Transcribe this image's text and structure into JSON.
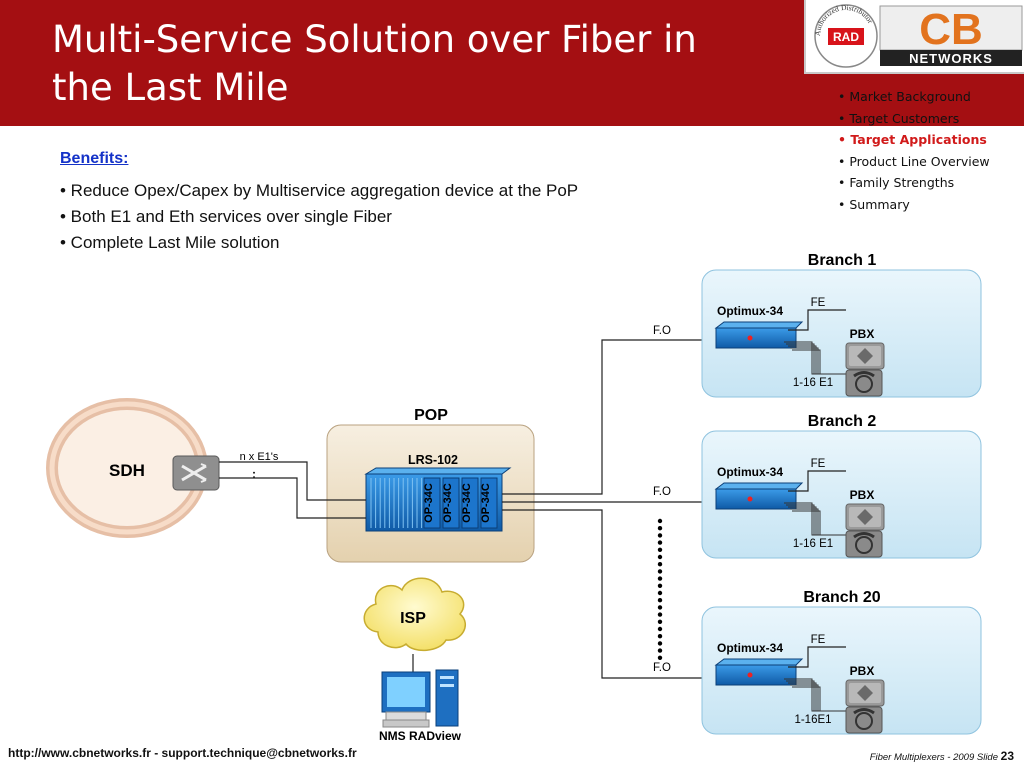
{
  "slide": {
    "title": "Multi-Service Solution over Fiber in\nthe Last Mile",
    "page_number": "23",
    "footer_prefix": "Fiber Multiplexers - 2009  Slide",
    "footer_link": "http://www.cbnetworks.fr - support.technique@cbnetworks.fr"
  },
  "logo": {
    "seal_text": "Authorized Distributor",
    "rad": "RAD",
    "cb": "CB",
    "networks": "NETWORKS"
  },
  "nav": [
    {
      "label": "• Market Background",
      "active": false
    },
    {
      "label": "• Target Customers",
      "active": false
    },
    {
      "label": "• Target Applications",
      "active": true
    },
    {
      "label": "• Product Line Overview",
      "active": false
    },
    {
      "label": "• Family Strengths",
      "active": false
    },
    {
      "label": "• Summary",
      "active": false
    }
  ],
  "benefits": {
    "title": "Benefits:",
    "items": [
      "• Reduce Opex/Capex by Multiservice  aggregation device at the PoP",
      "• Both E1 and Eth services over single Fiber",
      "• Complete Last Mile solution"
    ]
  },
  "diagram": {
    "sdh": "SDH",
    "e1_label": "n x E1's",
    "pop_title": "POP",
    "lrs": "LRS-102",
    "cards": [
      "OP-34C",
      "OP-34C",
      "OP-34C",
      "OP-34C"
    ],
    "isp": "ISP",
    "nms": "NMS RADview",
    "branches": [
      {
        "title": "Branch 1",
        "device": "Optimux-34",
        "fe": "FE",
        "pbx": "PBX",
        "e1": "1-16 E1",
        "fiber": "F.O"
      },
      {
        "title": "Branch 2",
        "device": "Optimux-34",
        "fe": "FE",
        "pbx": "PBX",
        "e1": "1-16 E1",
        "fiber": "F.O"
      },
      {
        "title": "Branch 20",
        "device": "Optimux-34",
        "fe": "FE",
        "pbx": "PBX",
        "e1": "1-16E1",
        "fiber": "F.O"
      }
    ]
  },
  "colors": {
    "header": "#a40f12",
    "branch_fill": "#d8eef8",
    "pop_fill": "#efe2cc",
    "device_blue": "#1a6fc0",
    "nav_active": "#d11a1a",
    "benefits_title": "#1432c8"
  }
}
